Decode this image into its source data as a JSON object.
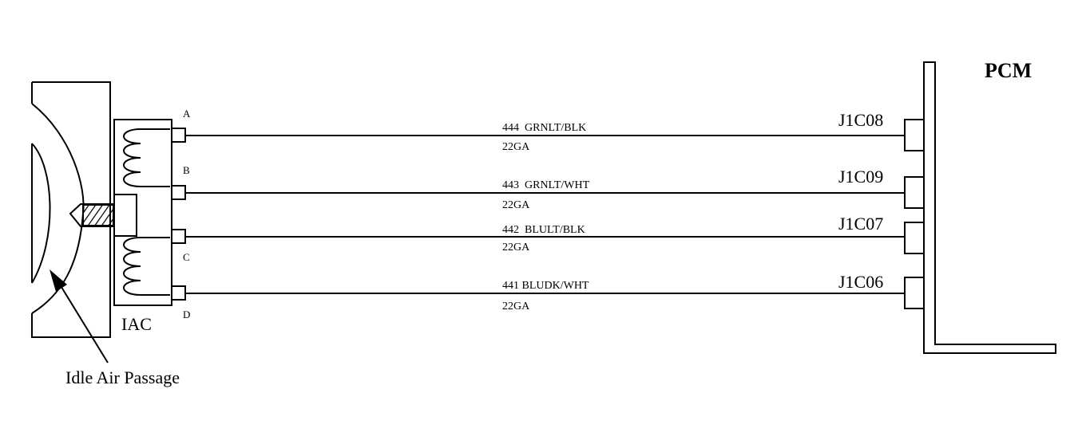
{
  "iac": {
    "label": "IAC"
  },
  "pcm": {
    "label": "PCM"
  },
  "idle_air_passage": {
    "label": "Idle Air Passage"
  },
  "circuits": [
    {
      "pin": "A",
      "wire": "444  GRNLT/BLK",
      "gauge": "22GA",
      "terminal": "J1C08"
    },
    {
      "pin": "B",
      "wire": "443  GRNLT/WHT",
      "gauge": "22GA",
      "terminal": "J1C09"
    },
    {
      "pin": "C",
      "wire": "442  BLULT/BLK",
      "gauge": "22GA",
      "terminal": "J1C07"
    },
    {
      "pin": "D",
      "wire": "441 BLUDK/WHT",
      "gauge": "22GA",
      "terminal": "J1C06"
    }
  ]
}
